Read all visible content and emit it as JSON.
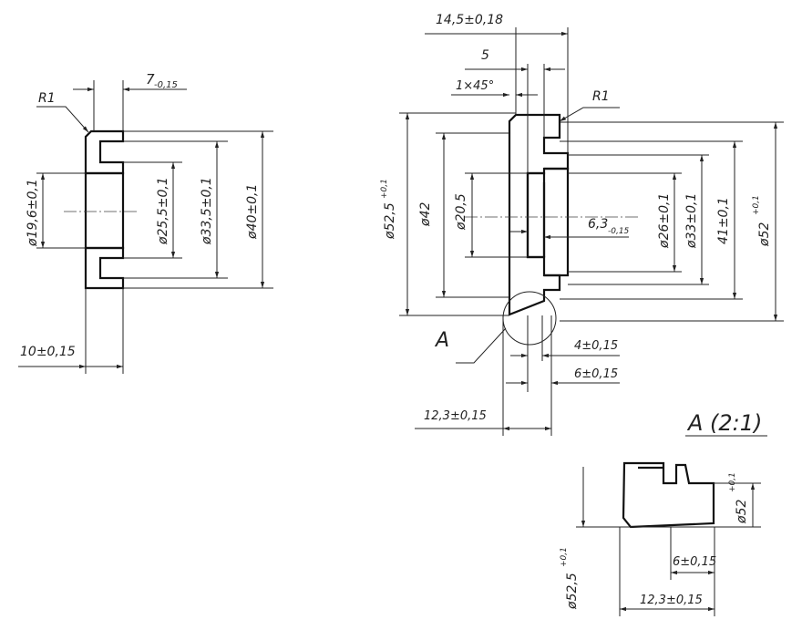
{
  "left_view": {
    "r1": "R1",
    "dim_7": "7",
    "dim_7_tol": "-0,15",
    "d196": "ø19,6±0,1",
    "d255": "ø25,5±0,1",
    "d335": "ø33,5±0,1",
    "d40": "ø40±0,1",
    "w10": "10±0,15"
  },
  "main_view": {
    "top_145": "14,5±0,18",
    "dim_5": "5",
    "chamfer": "1×45°",
    "r1": "R1",
    "d525": "ø52,5",
    "d525_tol": "+0,1",
    "d42": "ø42",
    "d205": "ø20,5",
    "d63": "6,3",
    "d63_tol": "-0,15",
    "d26": "ø26±0,1",
    "d33": "ø33±0,1",
    "d41": "41±0,1",
    "d52": "ø52",
    "d52_tol": "+0,1",
    "label_a": "A",
    "dim_4": "4±0,15",
    "dim_6": "6±0,15",
    "dim_123": "12,3±0,15"
  },
  "detail_view": {
    "title": "A (2:1)",
    "d52": "ø52",
    "d52_tol": "+0,1",
    "dim_6": "6±0,15",
    "d525": "ø52,5",
    "d525_tol": "+0,1",
    "dim_123": "12,3±0,15"
  }
}
